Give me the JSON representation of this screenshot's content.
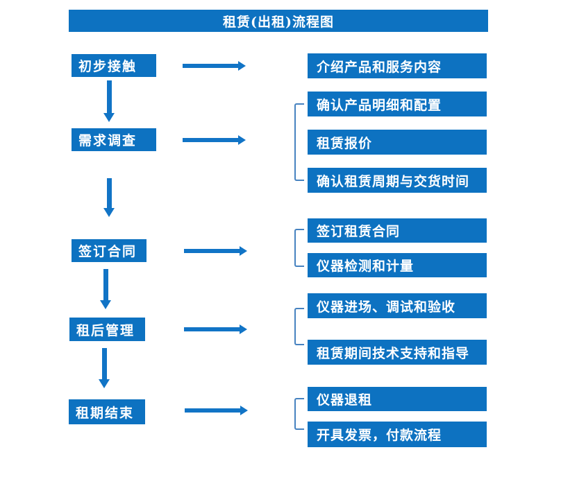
{
  "title": "租赁(出租)流程图",
  "colors": {
    "primary_blue": "#0d72c1",
    "arrow_blue": "#1174c6",
    "bracket_blue": "#4682c0",
    "text_white": "#ffffff",
    "background": "#ffffff"
  },
  "groups": [
    {
      "step": "初步接触",
      "details": [
        "介绍产品和服务内容"
      ]
    },
    {
      "step": "需求调查",
      "details": [
        "确认产品明细和配置",
        "租赁报价",
        "确认租赁周期与交货时间"
      ]
    },
    {
      "step": "签订合同",
      "details": [
        "签订租赁合同",
        "仪器检测和计量"
      ]
    },
    {
      "step": "租后管理",
      "details": [
        "仪器进场、调试和验收",
        "租赁期间技术支持和指导"
      ]
    },
    {
      "step": "租期结束",
      "details": [
        "仪器退租",
        "开具发票，付款流程"
      ]
    }
  ]
}
